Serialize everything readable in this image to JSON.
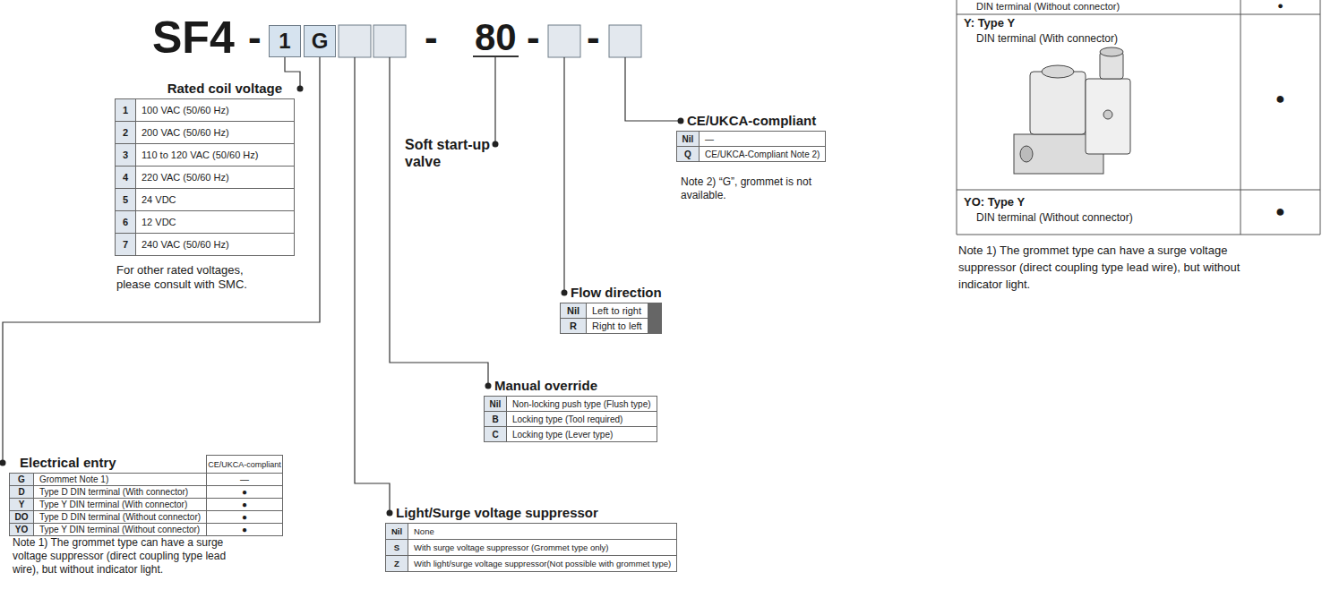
{
  "diagram": {
    "nodes": [
      {
        "text": [
          "1"
        ]
      },
      {
        "text": [
          "G"
        ]
      },
      {
        "text": [
          "Rated coil voltage",
          "1",
          "100 VAC (50/60 Hz)",
          "2",
          "200 VAC (50/60 Hz)",
          "3",
          "110 to 120 VAC (50/60 Hz)",
          "4",
          "220 VAC (50/60 Hz)",
          "5",
          "24 VDC",
          "6",
          "12 VDC",
          "7",
          "240 VAC (50/60 Hz)"
        ]
      },
      {
        "text": [
          "CE/UKCA-compliant",
          "Nil",
          "—",
          "Q",
          "CE/UKCA-Compliant Note 2)"
        ]
      },
      {
        "text": [
          "Flow direction",
          "Nil",
          "Left to right",
          "R",
          "Right to left"
        ]
      },
      {
        "text": [
          "Manual override",
          "Nil",
          "Non-locking push type (Flush type)",
          "B",
          "Locking type (Tool required)",
          "C",
          "Locking type (Lever type)"
        ]
      },
      {
        "text": [
          "Electrical entry",
          "CE/UKCA-compliant",
          "G",
          "Grommet Note 1)",
          "—",
          "D",
          "Type D DIN terminal (With connector)",
          "●",
          "Y",
          "Type Y DIN terminal (With connector)",
          "●",
          "DO",
          "Type D DIN terminal (Without connector)",
          "●",
          "YO",
          "Type Y DIN terminal (Without connector)",
          "●"
        ]
      },
      {
        "text": [
          "Light/Surge voltage suppressor",
          "Nil",
          "None",
          "S",
          "With surge voltage suppressor (Grommet type only)",
          "Z",
          "With light/surge voltage suppressor(Not possible with grommet type)"
        ]
      },
      {
        "text": [
          "DIN terminal (Without connector)",
          "●",
          "Y: Type Y",
          "DIN terminal (With connector)",
          "●",
          "YO: Type Y",
          "DIN terminal (Without connector)",
          "●"
        ]
      }
    ],
    "edges": [
      {
        "from": 0,
        "to": 2,
        "arrow": "none"
      },
      {
        "from": 1,
        "to": 6,
        "arrow": "none"
      }
    ],
    "labels": [
      "SF4",
      "-",
      "-",
      "80",
      "-",
      "-",
      "For other rated voltages, please consult with SMC.",
      "Soft start-up valve",
      "Note 2) “G”, grommet is not available.",
      "Note 1) The grommet type can have a surge voltage suppressor (direct coupling type lead wire), but without indicator light.",
      "Note 1) The grommet type can have a surge voltage suppressor (direct coupling type lead wire), but without indicator light."
    ]
  }
}
